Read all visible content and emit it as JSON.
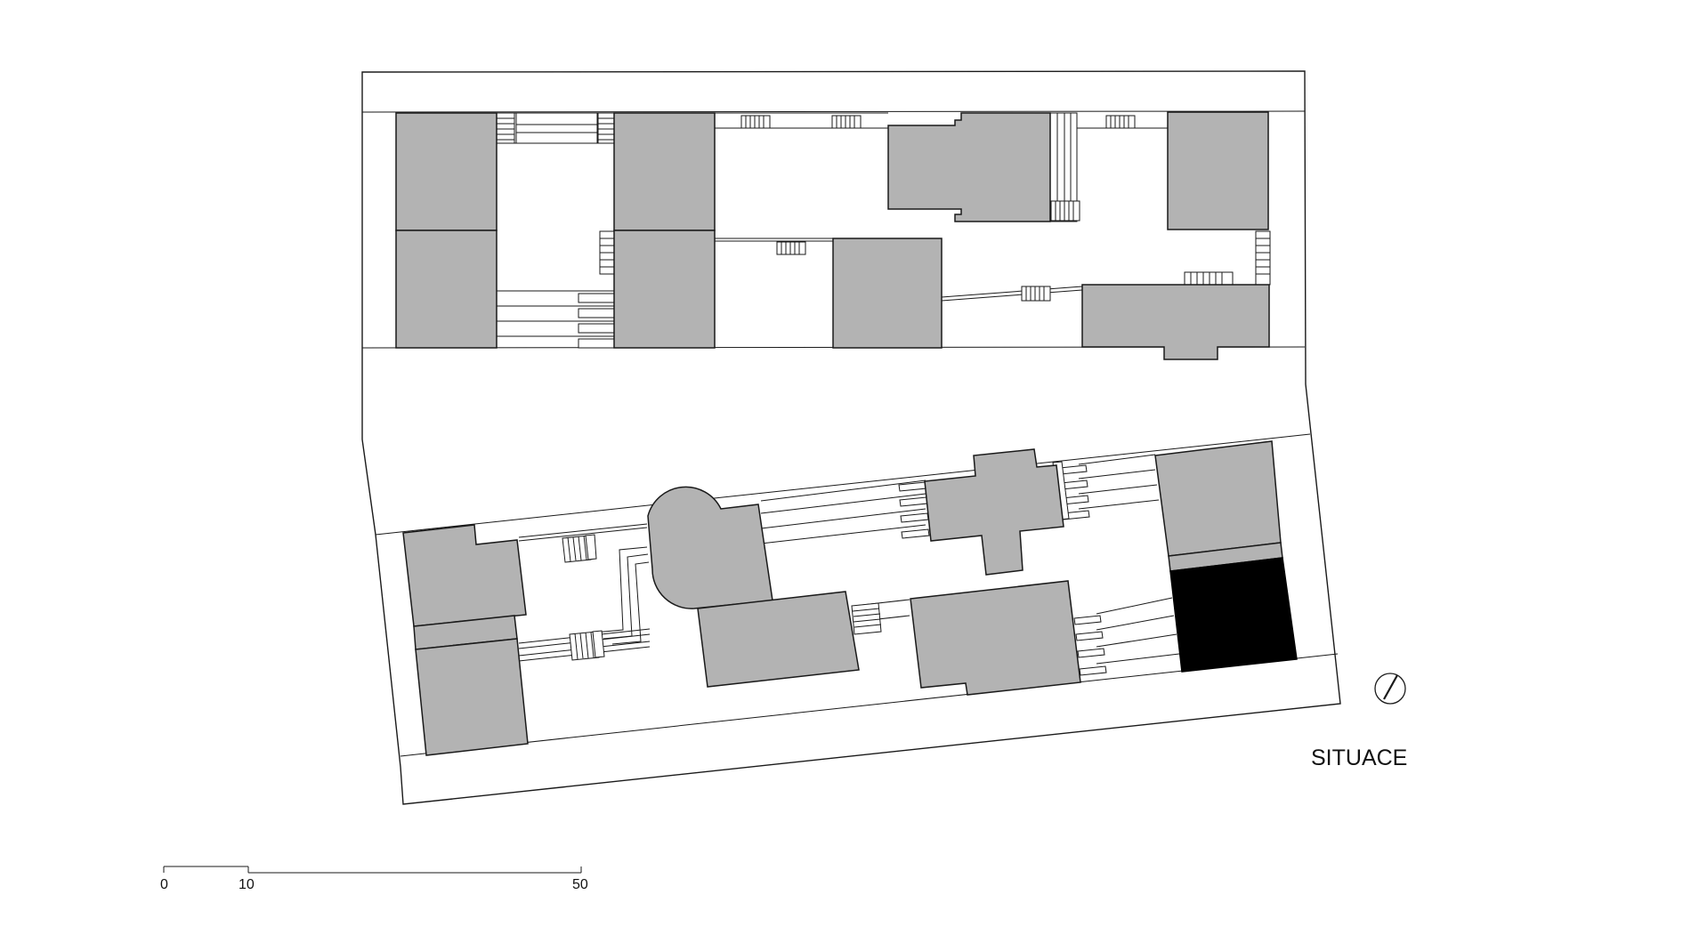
{
  "drawing": {
    "title": "SITUACE",
    "scale_labels": [
      "0",
      "10",
      "50"
    ],
    "colors": {
      "building": "#b3b3b3",
      "highlighted_building": "#000000",
      "line": "#1a1a1a",
      "background": "#ffffff"
    },
    "icons": [
      "north-arrow-icon"
    ]
  }
}
